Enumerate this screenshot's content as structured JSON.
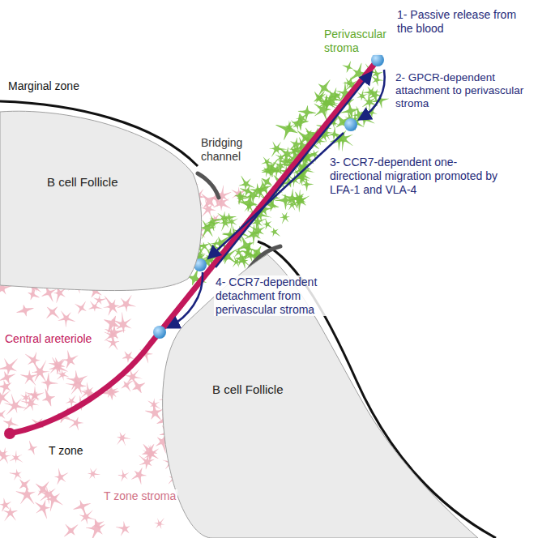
{
  "diagram": {
    "nodes": [
      {
        "text": [
          "B cell Follicle"
        ]
      },
      {
        "text": [
          "B cell Follicle"
        ]
      }
    ],
    "labels": [
      "Marginal zone",
      "Bridging channel",
      "Perivascular stroma",
      "1- Passive release from the blood",
      "2- GPCR-dependent attachment to perivascular stroma",
      "3- CCR7-dependent one-directional migration promoted by LFA-1 and VLA-4",
      "4- CCR7-dependent detachment from perivascular stroma",
      "Central areteriole",
      "T zone",
      "T zone stroma"
    ]
  }
}
